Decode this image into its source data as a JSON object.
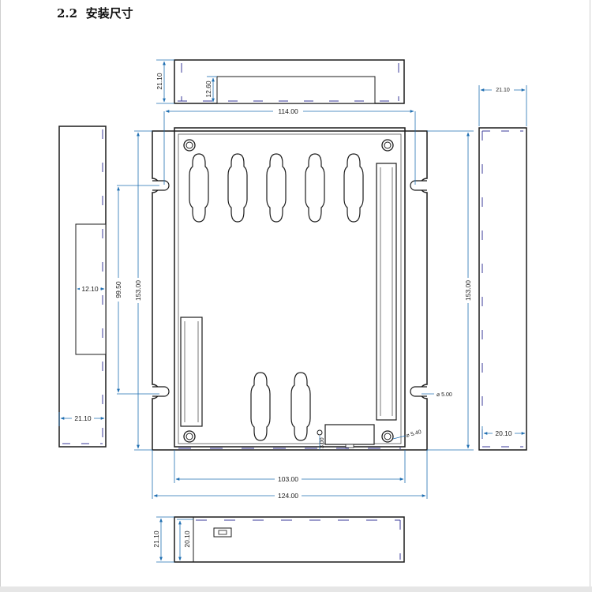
{
  "section": {
    "number": "2.2",
    "title": "安装尺寸"
  },
  "colors": {
    "outline": "#1b1b1b",
    "dimension": "#1f6fb2",
    "hidden_edge": "#3a3a9a"
  },
  "dimensions": {
    "top_view_height": "21.10",
    "top_view_inner": "12.60",
    "hole_spacing_width": "114.00",
    "hole_spacing_height": "99.50",
    "overall_height_left": "153.00",
    "overall_height_right": "153.00",
    "connector_window": "12.10",
    "left_side_width": "21.10",
    "right_side_top_width": "21.10",
    "right_side_bottom_width": "20.10",
    "inner_width": "103.00",
    "overall_width": "124.00",
    "hole_diameter_large": "⌀ 5.00",
    "hole_diameter_small": "⌀ 5.40",
    "small_offset": "3.00",
    "bottom_view_height": "21.10",
    "bottom_view_inner": "20.10"
  }
}
